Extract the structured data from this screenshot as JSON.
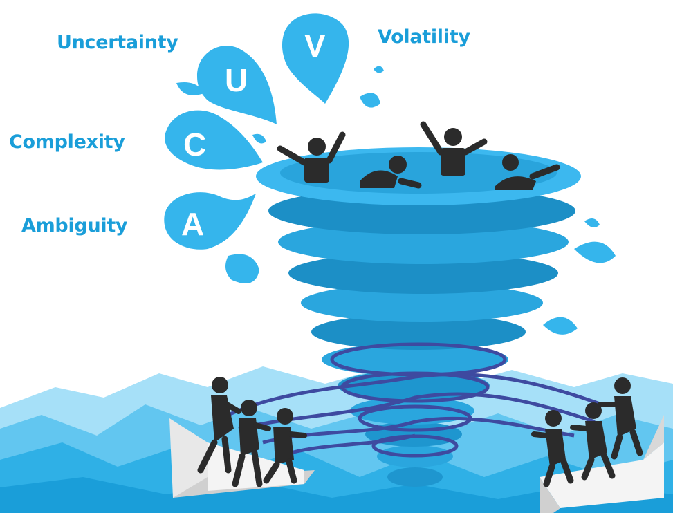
{
  "labels": {
    "uncertainty": "Uncertainty",
    "volatility": "Volatility",
    "complexity": "Complexity",
    "ambiguity": "Ambiguity"
  },
  "letters": {
    "u": "U",
    "v": "V",
    "c": "C",
    "a": "A"
  },
  "colors": {
    "accent": "#1a9ed9",
    "drop": "#35b5ec",
    "rope": "#3e4aa0",
    "figure": "#2b2b2b",
    "water_light": "#7fd0f5",
    "water_mid": "#29abe2"
  }
}
